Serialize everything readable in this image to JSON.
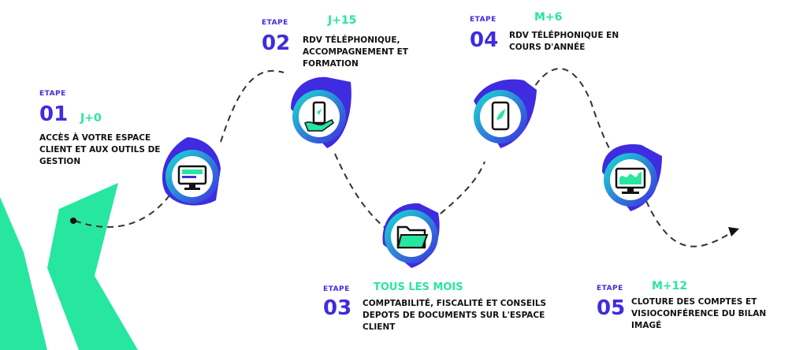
{
  "colors": {
    "accent_green": "#27e6a0",
    "accent_blue": "#3f2be0",
    "gradient_cyan": "#19e0d0"
  },
  "steps": [
    {
      "etape": "ETAPE",
      "number": "01",
      "timing": "J+0",
      "description": "ACCÈS À VOTRE ESPACE\nCLIENT ET AUX OUTILS DE\nGESTION",
      "icon": "monitor-icon"
    },
    {
      "etape": "ETAPE",
      "number": "02",
      "timing": "J+15",
      "description": "RDV TÉLÉPHONIQUE,\nACCOMPAGNEMENT ET\nFORMATION",
      "icon": "phone-in-hand-icon"
    },
    {
      "etape": "ETAPE",
      "number": "03",
      "timing": "TOUS LES MOIS",
      "description": "COMPTABILITÉ, FISCALITÉ ET CONSEILS\nDEPOTS DE DOCUMENTS SUR L'ESPACE\nCLIENT",
      "icon": "folder-icon"
    },
    {
      "etape": "ETAPE",
      "number": "04",
      "timing": "M+6",
      "description": "RDV TÉLÉPHONIQUE EN\nCOURS D'ANNÉE",
      "icon": "smartphone-icon"
    },
    {
      "etape": "ETAPE",
      "number": "05",
      "timing": "M+12",
      "description": "CLOTURE DES COMPTES ET\nVISIOCONFÉRENCE DU BILAN\nIMAGÉ",
      "icon": "chart-monitor-icon"
    }
  ]
}
